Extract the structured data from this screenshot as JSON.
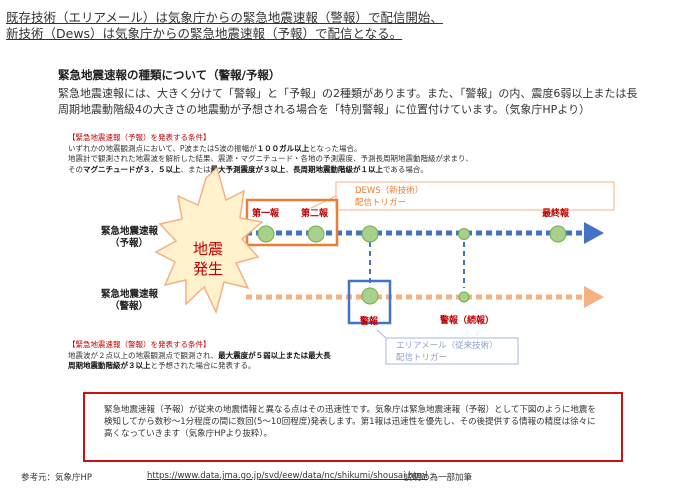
{
  "headline": {
    "line1": "既存技術（エリアメール）は気象庁からの緊急地震速報（警報）で配信開始、",
    "line2": "新技術（Dews）は気象庁からの緊急地震速報（予報）で配信となる。"
  },
  "section_title": "緊急地震速報の種類について（警報/予報）",
  "intro": "緊急地震速報には、大きく分けて「警報」と「予報」の2種類があります。また、「警報」の内、震度6弱以上または長周期地震動階級4の大きさの地震動が予想される場合を「特別警報」に位置付けています。（気象庁HPより）",
  "forecast_condition": {
    "title": "【緊急地震速報（予報）を発表する条件】",
    "line1": "いずれかの地震観測点において、P波またはS波の振幅が",
    "line1_bold": "１００ガル以上",
    "line1_end": "となった場合。",
    "line2": "地震計で観測された地震波を解析した結果、震源・マグニチュード・各地の予測震度、予測長周期地震動階級が求まり、",
    "line3_pre": "その",
    "line3_bold1": "マグニチュードが３．５以上",
    "line3_mid": "、または",
    "line3_bold2": "最大予測震度が３以上",
    "line3_mid2": "、",
    "line3_bold3": "長周期地震動階級が１以上",
    "line3_end": "である場合。"
  },
  "warning_condition": {
    "title": "【緊急地震速報（警報）を発表する条件】",
    "line1_pre": "地震波が２点以上の地震観測点で観測され、",
    "line1_bold": "最大震度が５弱以上または最大長",
    "line2_bold": "周期地震動階級が３以上",
    "line2_end": "と予想された場合に発表する。"
  },
  "diagram": {
    "quake_label_1": "地震",
    "quake_label_2": "発生",
    "row_forecast_1": "緊急地震速報",
    "row_forecast_2": "（予報）",
    "row_warning_1": "緊急地震速報",
    "row_warning_2": "（警報）",
    "first_report": "第一報",
    "second_report": "第二報",
    "final_report": "最終報",
    "warning_label": "警報",
    "warning_cont_label": "警報（続報）",
    "dews_callout_1": "DEWS（新技術）",
    "dews_callout_2": "配信トリガー",
    "area_callout_1": "エリアメール（従来技術）",
    "area_callout_2": "配信トリガー",
    "colors": {
      "forecast_line": "#4472c4",
      "warning_line": "#f4b183",
      "highlight_box": "#ed7d31",
      "warning_box": "#4472c4",
      "node_fill": "#a9d18e",
      "node_stroke": "#70ad47",
      "report_text": "#c00000",
      "callout_text": "#8e9fd0",
      "burst_fill": "#fff2cc",
      "burst_stroke": "#f4b183",
      "burst_text": "#c00000"
    }
  },
  "note": "緊急地震速報（予報）が従来の地震情報と異なる点はその迅速性です。気象庁は緊急地震速報（予報）として下図のように地震を検知してから数秒～1分程度の間に数回(5～10回程度)発表します。第1報は迅速性を優先し、その後提供する情報の精度は徐々に高くなっていきます（気象庁HPより抜粋）。",
  "footer": {
    "source_label": "参考元：気象庁HP",
    "url": "https://www.data.jma.go.jp/svd/eew/data/nc/shikumi/shousai.html",
    "note": "説明の為一部加筆"
  }
}
